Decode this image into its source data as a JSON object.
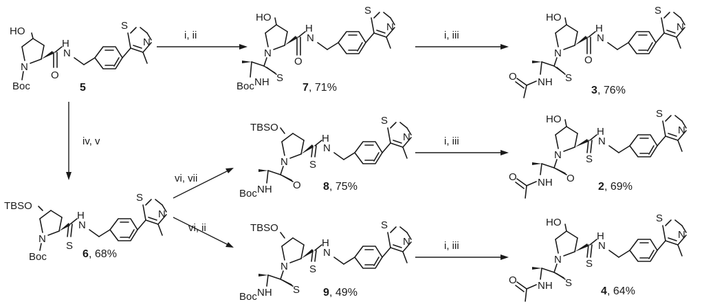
{
  "compounds": [
    {
      "number": "5",
      "yield": ""
    },
    {
      "number": "7",
      "yield": ", 71%"
    },
    {
      "number": "3",
      "yield": ", 76%"
    },
    {
      "number": "6",
      "yield": ", 68%"
    },
    {
      "number": "8",
      "yield": ", 75%"
    },
    {
      "number": "2",
      "yield": ", 69%"
    },
    {
      "number": "9",
      "yield": ", 49%"
    },
    {
      "number": "4",
      "yield": ", 64%"
    }
  ],
  "conditions": {
    "c5_to_7": "i, ii",
    "c7_to_3": "i, iii",
    "c5_to_6": "iv, v",
    "c6_to_8": "vi, vii",
    "c8_to_2": "i, iii",
    "c6_to_9": "vi, ii",
    "c9_to_4": "i, iii"
  },
  "atoms": {
    "HO": "HO",
    "TBSO": "TBSO",
    "N": "N",
    "H": "H",
    "O": "O",
    "S": "S",
    "Boc": "Boc",
    "BocNH": "Boc",
    "NH": "NH"
  },
  "colors": {
    "ink": "#1a1a1a",
    "background": "#ffffff"
  }
}
